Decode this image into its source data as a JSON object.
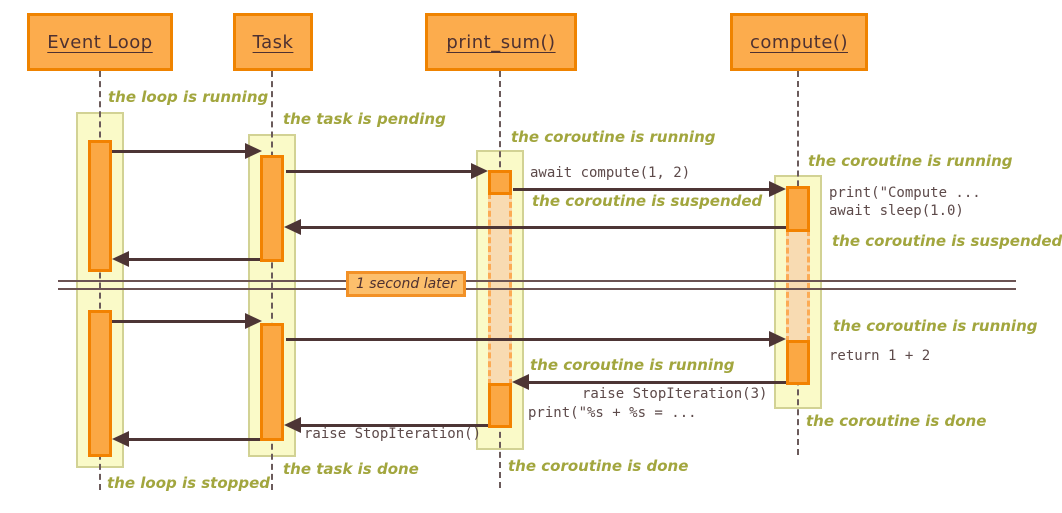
{
  "participants": [
    {
      "name": "Event Loop"
    },
    {
      "name": "Task"
    },
    {
      "name": "print_sum()"
    },
    {
      "name": "compute()"
    }
  ],
  "divider": {
    "label": "1 second later"
  },
  "notes": {
    "loop_running": "the loop is running",
    "task_pending": "the task is pending",
    "coroutine_running": "the coroutine is running",
    "coroutine_suspended": "the coroutine is suspended",
    "coroutine_done": "the coroutine is done",
    "task_done": "the task is done",
    "loop_stopped": "the loop is stopped"
  },
  "messages": {
    "await_compute": "await compute(1, 2)",
    "print_compute": "print(\"Compute ...",
    "await_sleep": "await sleep(1.0)",
    "return_sum": "return 1 + 2",
    "raise_stop_3": "raise StopIteration(3)",
    "print_format": "print(\"%s + %s = ...",
    "raise_stop": "raise StopIteration()"
  },
  "colors": {
    "hdr-fill": "#FCAC4D",
    "hdr-border": "#EF8300",
    "band-fill": "#FAFAC8",
    "band-border": "#D2D294",
    "bar-fill": "#FBA844",
    "bar-border": "#F28200",
    "susp-fill": "#F8DBB2",
    "susp-border": "#FCAB55",
    "arrow": "#4D3535",
    "note": "#A2A63E",
    "code": "#5D4A4A",
    "ink": "#4E3131",
    "rule": "#6B5353",
    "divider-fill": "#FCBF6C",
    "divider-border": "#F29127",
    "lifeline": "#6B5B5B"
  }
}
